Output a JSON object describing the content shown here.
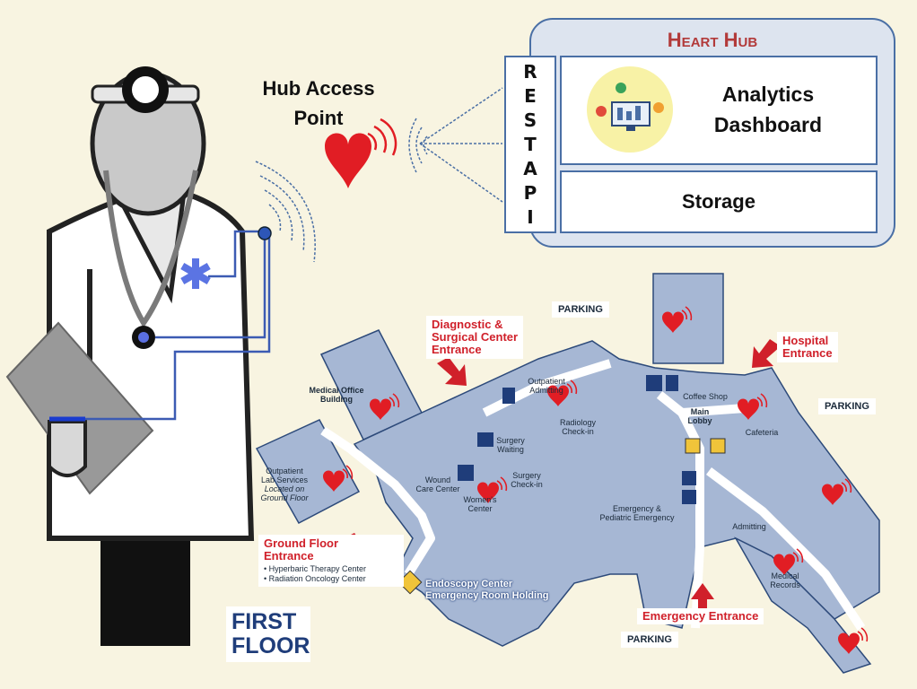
{
  "hub": {
    "title": "Heart Hub",
    "rest_api_letters": [
      "R",
      "E",
      "S",
      "T",
      "A",
      "P",
      "I"
    ],
    "analytics_line1": "Analytics",
    "analytics_line2": "Dashboard",
    "storage": "Storage"
  },
  "access_point": {
    "line1": "Hub Access",
    "line2": "Point"
  },
  "map": {
    "parking": [
      "PARKING",
      "PARKING",
      "PARKING"
    ],
    "diagnostic_entrance": [
      "Diagnostic &",
      "Surgical Center",
      "Entrance"
    ],
    "hospital_entrance": [
      "Hospital",
      "Entrance"
    ],
    "ground_floor_entrance": [
      "Ground Floor",
      "Entrance"
    ],
    "ground_floor_items": [
      "Hyperbaric Therapy Center",
      "Radiation Oncology Center"
    ],
    "emergency_entrance": "Emergency Entrance",
    "first_floor": [
      "FIRST",
      "FLOOR"
    ],
    "labels": {
      "medical_office": [
        "Medical Office",
        "Building"
      ],
      "outpatient_lab": [
        "Outpatient",
        "Lab Services"
      ],
      "outpatient_lab_note": [
        "Located on",
        "Ground Floor"
      ],
      "outpatient_admit": [
        "Outpatient",
        "Admitting"
      ],
      "radiology": [
        "Radiology",
        "Check-in"
      ],
      "surgery_waiting": [
        "Surgery",
        "Waiting"
      ],
      "surgery_checkin": [
        "Surgery",
        "Check-in"
      ],
      "wound_care": [
        "Wound",
        "Care Center"
      ],
      "womens_center": [
        "Women's",
        "Center"
      ],
      "coffee_shop": "Coffee Shop",
      "main_lobby": [
        "Main",
        "Lobby"
      ],
      "cafeteria": "Cafeteria",
      "emergency_pediatric": [
        "Emergency &",
        "Pediatric Emergency"
      ],
      "admitting": "Admitting",
      "medical_records": [
        "Medical",
        "Records"
      ],
      "endoscopy": "Endoscopy Center",
      "er_holding": "Emergency Room Holding"
    }
  },
  "colors": {
    "accent": "#d0202a",
    "building": "#a6b7d4",
    "hub_border": "#4a6fa5",
    "background": "#f8f4e1"
  }
}
